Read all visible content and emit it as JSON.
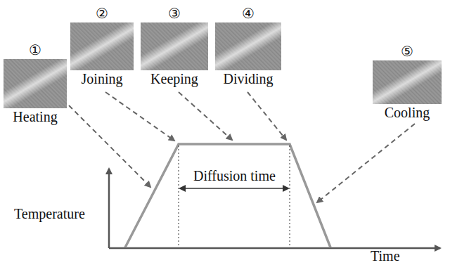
{
  "diagram": {
    "nodes": [
      {
        "text": [
          "①",
          "Heating"
        ]
      },
      {
        "text": [
          "②",
          "Joining"
        ]
      },
      {
        "text": [
          "③",
          "Keeping"
        ]
      },
      {
        "text": [
          "④",
          "Dividing"
        ]
      },
      {
        "text": [
          "⑤",
          "Cooling"
        ]
      }
    ],
    "labels": [
      "Temperature",
      "Diffusion time",
      "Time"
    ]
  }
}
